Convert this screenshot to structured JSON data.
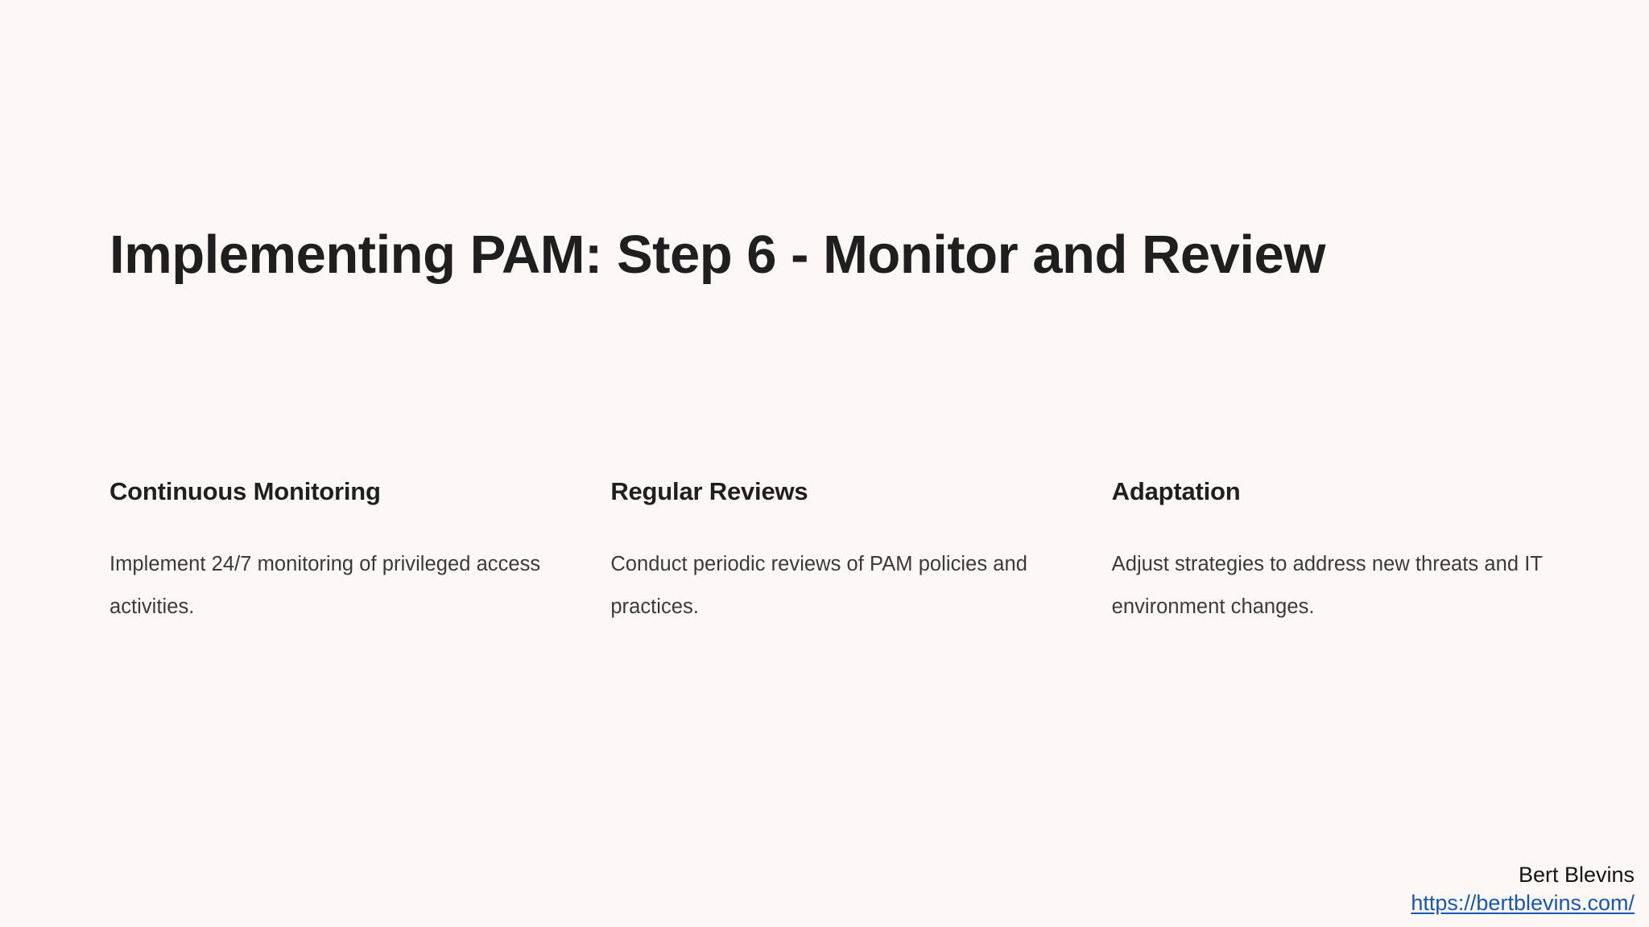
{
  "slide": {
    "background_color": "#fdf7f6",
    "title": "Implementing PAM: Step 6 - Monitor and Review",
    "columns": [
      {
        "heading": "Continuous Monitoring",
        "body": "Implement 24/7 monitoring of privileged access activities."
      },
      {
        "heading": "Regular Reviews",
        "body": "Conduct periodic reviews of PAM policies and practices."
      },
      {
        "heading": "Adaptation",
        "body": "Adjust strategies to address new threats and IT environment changes."
      }
    ],
    "footer": {
      "name": "Bert Blevins",
      "url": "https://bertblevins.com/",
      "link_color": "#1558b0",
      "text_color": "#141414"
    },
    "colors": {
      "heading_text": "#1f1f1f",
      "body_text": "#3a3a3a",
      "background": "#fdf7f6"
    }
  }
}
